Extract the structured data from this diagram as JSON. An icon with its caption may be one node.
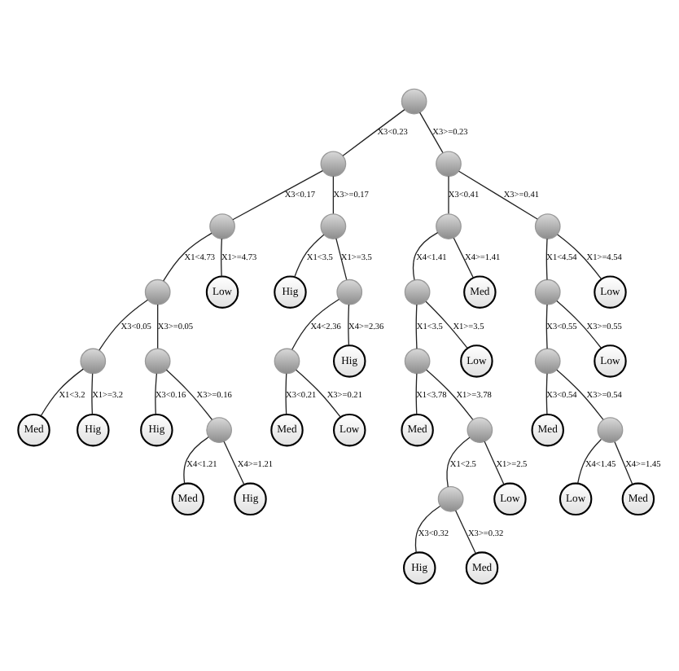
{
  "diagram": {
    "nodes": [
      {
        "text": [],
        "shape": "circle"
      },
      {
        "text": [],
        "shape": "circle"
      },
      {
        "text": [],
        "shape": "circle"
      },
      {
        "text": [],
        "shape": "circle"
      },
      {
        "text": [],
        "shape": "circle"
      },
      {
        "text": [
          "Med"
        ]
      },
      {
        "text": [
          "Hig"
        ]
      },
      {
        "text": [],
        "shape": "circle"
      },
      {
        "text": [
          "Hig"
        ]
      },
      {
        "text": [],
        "shape": "circle"
      },
      {
        "text": [
          "Med"
        ]
      },
      {
        "text": [
          "Hig"
        ]
      },
      {
        "text": [
          "Low"
        ]
      },
      {
        "text": [],
        "shape": "circle"
      },
      {
        "text": [
          "Hig"
        ]
      },
      {
        "text": [],
        "shape": "circle"
      },
      {
        "text": [],
        "shape": "circle"
      },
      {
        "text": [
          "Med"
        ]
      },
      {
        "text": [
          "Low"
        ]
      },
      {
        "text": [
          "Hig"
        ]
      },
      {
        "text": [],
        "shape": "circle"
      },
      {
        "text": [],
        "shape": "circle"
      },
      {
        "text": [],
        "shape": "circle"
      },
      {
        "text": [],
        "shape": "circle"
      },
      {
        "text": [
          "Med"
        ]
      },
      {
        "text": [],
        "shape": "circle"
      },
      {
        "text": [],
        "shape": "circle"
      },
      {
        "text": [
          "Hig"
        ]
      },
      {
        "text": [
          "Med"
        ]
      },
      {
        "text": [
          "Low"
        ]
      },
      {
        "text": [
          "Low"
        ]
      },
      {
        "text": [
          "Med"
        ]
      },
      {
        "text": [],
        "shape": "circle"
      },
      {
        "text": [],
        "shape": "circle"
      },
      {
        "text": [],
        "shape": "circle"
      },
      {
        "text": [
          "Med"
        ]
      },
      {
        "text": [],
        "shape": "circle"
      },
      {
        "text": [
          "Low"
        ]
      },
      {
        "text": [
          "Med"
        ]
      },
      {
        "text": [
          "Low"
        ]
      },
      {
        "text": [
          "Low"
        ]
      }
    ],
    "edges": [
      {
        "from": 0,
        "to": 1,
        "arrow": "none",
        "label": "X3<0.23"
      },
      {
        "from": 0,
        "to": 20,
        "arrow": "none",
        "label": "X3>=0.23"
      },
      {
        "from": 1,
        "to": 2,
        "arrow": "none",
        "label": "X3<0.17"
      },
      {
        "from": 1,
        "to": 13,
        "arrow": "none",
        "label": "X3>=0.17"
      },
      {
        "from": 2,
        "to": 3,
        "arrow": "none",
        "label": "X1<4.73"
      },
      {
        "from": 2,
        "to": 12,
        "arrow": "none",
        "label": "X1>=4.73"
      },
      {
        "from": 3,
        "to": 4,
        "arrow": "none",
        "label": "X3<0.05"
      },
      {
        "from": 3,
        "to": 7,
        "arrow": "none",
        "label": "X3>=0.05"
      },
      {
        "from": 4,
        "to": 5,
        "arrow": "none",
        "label": "X1<3.2"
      },
      {
        "from": 4,
        "to": 6,
        "arrow": "none",
        "label": "X1>=3.2"
      },
      {
        "from": 7,
        "to": 8,
        "arrow": "none",
        "label": "X3<0.16"
      },
      {
        "from": 7,
        "to": 9,
        "arrow": "none",
        "label": "X3>=0.16"
      },
      {
        "from": 9,
        "to": 10,
        "arrow": "none",
        "label": "X4<1.21"
      },
      {
        "from": 9,
        "to": 11,
        "arrow": "none",
        "label": "X4>=1.21"
      },
      {
        "from": 13,
        "to": 14,
        "arrow": "none",
        "label": "X1<3.5"
      },
      {
        "from": 13,
        "to": 15,
        "arrow": "none",
        "label": "X1>=3.5"
      },
      {
        "from": 15,
        "to": 16,
        "arrow": "none",
        "label": "X4<2.36"
      },
      {
        "from": 15,
        "to": 19,
        "arrow": "none",
        "label": "X4>=2.36"
      },
      {
        "from": 16,
        "to": 17,
        "arrow": "none",
        "label": "X3<0.21"
      },
      {
        "from": 16,
        "to": 18,
        "arrow": "none",
        "label": "X3>=0.21"
      },
      {
        "from": 20,
        "to": 21,
        "arrow": "none",
        "label": "X3<0.41"
      },
      {
        "from": 20,
        "to": 32,
        "arrow": "none",
        "label": "X3>=0.41"
      },
      {
        "from": 21,
        "to": 22,
        "arrow": "none",
        "label": "X4<1.41"
      },
      {
        "from": 21,
        "to": 31,
        "arrow": "none",
        "label": "X4>=1.41"
      },
      {
        "from": 22,
        "to": 23,
        "arrow": "none",
        "label": "X1<3.5"
      },
      {
        "from": 22,
        "to": 30,
        "arrow": "none",
        "label": "X1>=3.5"
      },
      {
        "from": 23,
        "to": 24,
        "arrow": "none",
        "label": "X1<3.78"
      },
      {
        "from": 23,
        "to": 25,
        "arrow": "none",
        "label": "X1>=3.78"
      },
      {
        "from": 25,
        "to": 26,
        "arrow": "none",
        "label": "X1<2.5"
      },
      {
        "from": 25,
        "to": 29,
        "arrow": "none",
        "label": "X1>=2.5"
      },
      {
        "from": 26,
        "to": 27,
        "arrow": "none",
        "label": "X3<0.32"
      },
      {
        "from": 26,
        "to": 28,
        "arrow": "none",
        "label": "X3>=0.32"
      },
      {
        "from": 32,
        "to": 33,
        "arrow": "none",
        "label": "X1<4.54"
      },
      {
        "from": 32,
        "to": 40,
        "arrow": "none",
        "label": "X1>=4.54"
      },
      {
        "from": 33,
        "to": 34,
        "arrow": "none",
        "label": "X3<0.55"
      },
      {
        "from": 33,
        "to": 39,
        "arrow": "none",
        "label": "X3>=0.55"
      },
      {
        "from": 34,
        "to": 35,
        "arrow": "none",
        "label": "X3<0.54"
      },
      {
        "from": 34,
        "to": 36,
        "arrow": "none",
        "label": "X3>=0.54"
      },
      {
        "from": 36,
        "to": 37,
        "arrow": "none",
        "label": "X4<1.45"
      },
      {
        "from": 36,
        "to": 38,
        "arrow": "none",
        "label": "X4>=1.45"
      }
    ]
  }
}
